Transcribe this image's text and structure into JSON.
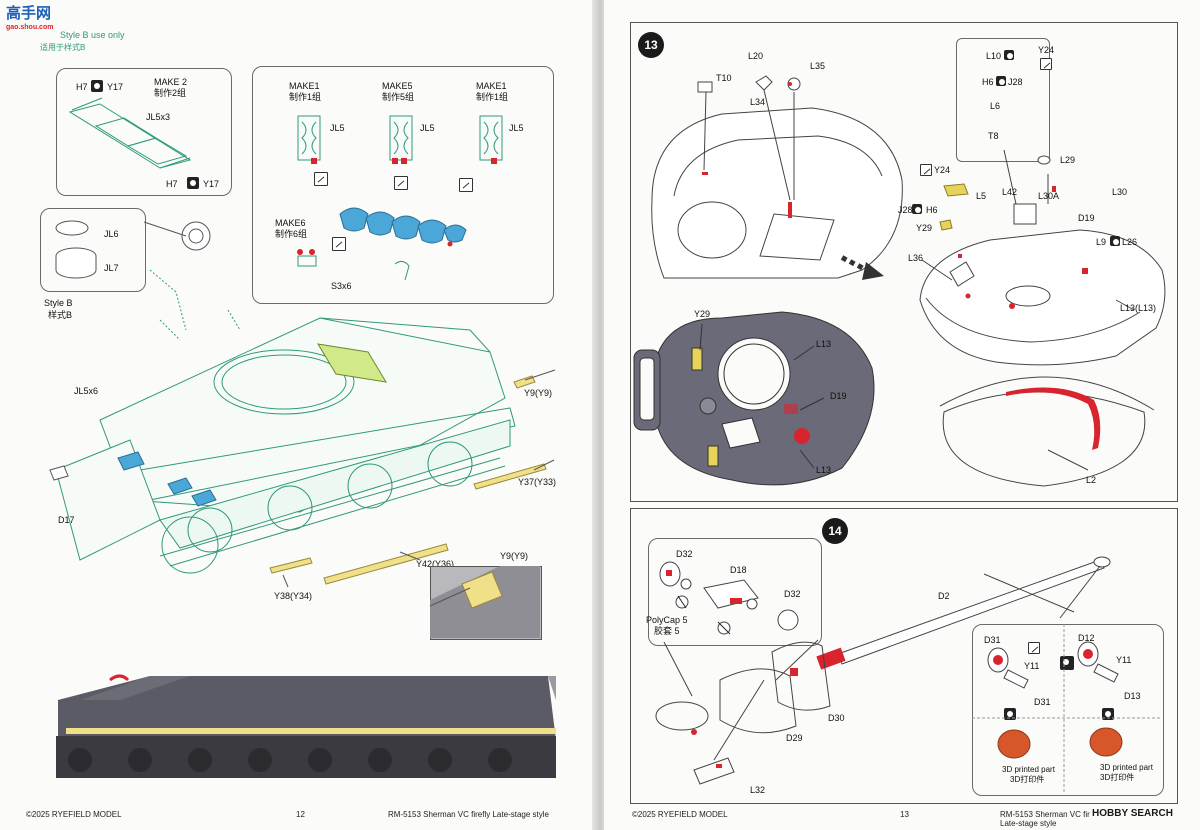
{
  "left_page": {
    "watermark": {
      "title": "高手网",
      "url": "gao.shou.com"
    },
    "style_note_en": "Style B use only",
    "style_note_cn": "适用于样式B",
    "make2": {
      "label_en": "MAKE 2",
      "label_cn": "制作2组"
    },
    "track_group": [
      {
        "make_en": "MAKE1",
        "make_cn": "制作1组",
        "part": "JL5"
      },
      {
        "make_en": "MAKE5",
        "make_cn": "制作5组",
        "part": "JL5"
      },
      {
        "make_en": "MAKE1",
        "make_cn": "制作1组",
        "part": "JL5"
      }
    ],
    "make6": {
      "label_en": "MAKE6",
      "label_cn": "制作6组"
    },
    "parts": {
      "h7_top": "H7",
      "y17_top": "Y17",
      "jl5x3": "JL5x3",
      "h7_bottom": "H7",
      "y17_bottom": "Y17",
      "s3x6": "S3x6",
      "jl6": "JL6",
      "jl7": "JL7",
      "style_b_en": "Style B",
      "style_b_cn": "样式B",
      "jl5x6": "JL5x6",
      "d17": "D17",
      "y9_top": "Y9(Y9)",
      "y37": "Y37(Y33)",
      "y42": "Y42(Y36)",
      "y38": "Y38(Y34)",
      "y9_detail": "Y9(Y9)"
    },
    "footer_left": "©2025 RYEFIELD MODEL",
    "page_no": "12",
    "footer_right": "RM-5153 Sherman VC firefly Late-stage style"
  },
  "right_page": {
    "step13": {
      "number": "13",
      "labels": {
        "t10": "T10",
        "l20": "L20",
        "l35": "L35",
        "l34": "L34",
        "l10": "L10",
        "y24_top": "Y24",
        "h6_top": "H6",
        "j28_top": "J28",
        "l6": "L6",
        "t8": "T8",
        "y24": "Y24",
        "j28": "J28",
        "h6": "H6",
        "l5": "L5",
        "l42": "L42",
        "l29": "L29",
        "l30a": "L30A",
        "l30": "L30",
        "d19_right": "D19",
        "l9": "L9",
        "l26": "L26",
        "y29_right": "Y29",
        "l36": "L36",
        "l13_l13": "L13(L13)",
        "l2": "L2",
        "y29": "Y29",
        "l13_top": "L13",
        "d19": "D19",
        "l13_bottom": "L13"
      }
    },
    "step14": {
      "number": "14",
      "labels": {
        "d32_left": "D32",
        "d18": "D18",
        "d32_right": "D32",
        "polycap_en": "PolyCap 5",
        "polycap_cn": "胶套 5",
        "d2": "D2",
        "d30": "D30",
        "d29": "D29",
        "l32": "L32",
        "d31": "D31",
        "y11_a": "Y11",
        "d31_b": "D31",
        "d12": "D12",
        "y11_b": "Y11",
        "d13": "D13",
        "printed_a_en": "3D printed part",
        "printed_a_cn": "3D打印件",
        "printed_b_en": "3D printed part",
        "printed_b_cn": "3D打印件"
      }
    },
    "footer_left": "©2025 RYEFIELD MODEL",
    "page_no": "13",
    "footer_right": "RM-5153 Sherman VC firefly Late-stage style",
    "publisher_mark": "HOBBY SEARCH"
  },
  "colors": {
    "line_green": "#2f9a78",
    "tank_grey": "#5b5b66",
    "accent_red": "#d8242f",
    "yellow_part": "#f0e08a",
    "blue_part": "#4aa7d8",
    "logo_red": "#d8242f"
  }
}
